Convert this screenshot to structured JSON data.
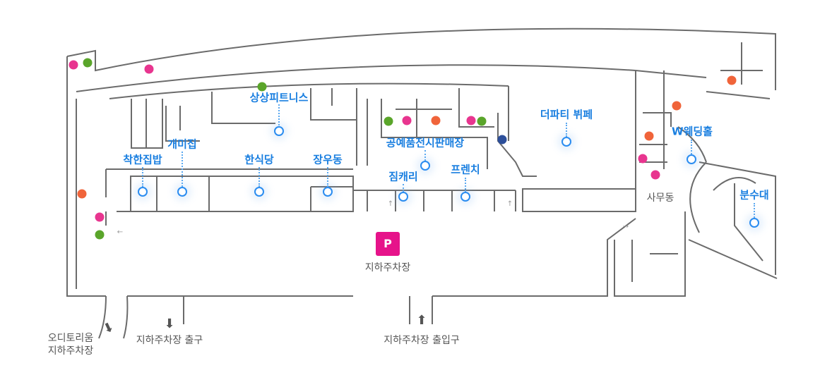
{
  "pois": [
    {
      "label": "상상피트니스"
    },
    {
      "label": "개미집"
    },
    {
      "label": "착한집밥"
    },
    {
      "label": "한식당"
    },
    {
      "label": "장우동"
    },
    {
      "label": "공예품전시판매장"
    },
    {
      "label": "짐캐리"
    },
    {
      "label": "프렌치"
    },
    {
      "label": "더파티 뷔페"
    },
    {
      "label": "W웨딩홀"
    },
    {
      "label": "분수대"
    }
  ],
  "areas": {
    "office": "사무동",
    "parking": "지하주차장",
    "parking_symbol": "P"
  },
  "exits": {
    "auditorium_line1": "오디토리움",
    "auditorium_line2": "지하주차장",
    "parking_exit": "지하주차장 출구",
    "parking_entrance": "지하주차장 출입구"
  },
  "colors": {
    "poi": "#1a7fe0",
    "parking": "#e6138a",
    "pink_icon": "#e8358f",
    "green_icon": "#5aa52a",
    "orange_icon": "#f0643a",
    "navy_icon": "#2d4f9a"
  }
}
